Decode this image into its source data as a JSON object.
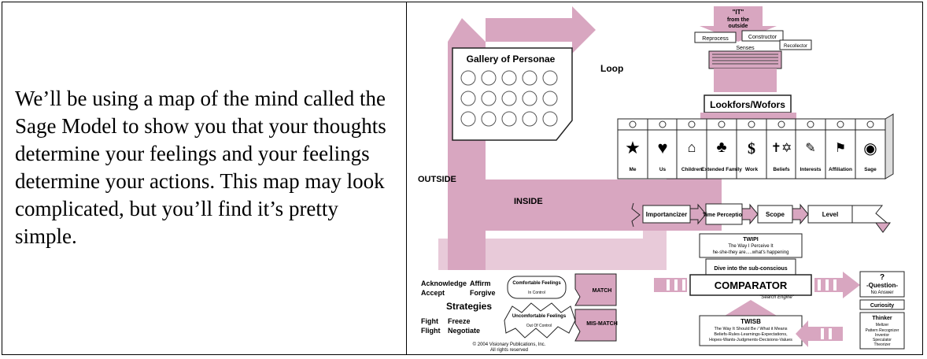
{
  "left_text": "We’ll be using a map of the mind called the Sage Model to show you that your thoughts determine your feelings and your feelings determine your actions. This map may look complicated, but you’ll find it’s pretty simple.",
  "diagram": {
    "gallery_title": "Gallery of Personae",
    "loop": "Loop",
    "outside": "OUTSIDE",
    "inside": "INSIDE",
    "it_lines": [
      "\"IT\"",
      "from the",
      "outside"
    ],
    "reprocess": "Reprocess",
    "constructor": "Constructor",
    "recollector": "Recollector",
    "senses": "Senses",
    "lookfors": "Lookfors/Wofors",
    "categories": [
      "Me",
      "Us",
      "Children",
      "Extended Family",
      "Work",
      "Beliefs",
      "Interests",
      "Affiliation",
      "Sage"
    ],
    "filters": [
      "Importancizer",
      "Time Perception",
      "Scope",
      "Level"
    ],
    "twipi_title": "TWIPI",
    "twipi_l1": "The Way I Perceive It",
    "twipi_l2": "he-she-they are.....what's happening",
    "dive": "Dive into the sub-conscious",
    "comparator": "COMPARATOR",
    "search_engine": "\"Search Engine\"",
    "twisb_title": "TWISB",
    "twisb_l1": "The Way It Should Be / What it Means",
    "twisb_l2": "Beliefs-Rules-Learnings-Expectations,",
    "twisb_l3": "Hopes-Wants-Judgments-Decisions-Values",
    "acknowledge": "Acknowledge",
    "affirm": "Affirm",
    "accept": "Accept",
    "forgive": "Forgive",
    "strategies": "Strategies",
    "fight": "Fight",
    "freeze": "Freeze",
    "flight": "Flight",
    "negotiate": "Negotiate",
    "comfortable": "Comfortable Feelings",
    "in_control": "In Control",
    "uncomfortable": "Uncomfortable Feelings",
    "out_of_control": "Out Of Control",
    "match": "MATCH",
    "mismatch": "MIS-MATCH",
    "question_mark": "?",
    "question": "-Question-",
    "no_answer": "No Answer",
    "curiosity": "Curiosity",
    "thinker": "Thinker",
    "thinker_roles": [
      "Meltzer",
      "Pattern Recognizer",
      "Inventor",
      "Speculator",
      "Theorizer"
    ],
    "copyright_l1": "© 2004 Visionary Publications, Inc.",
    "copyright_l2": "All rights reserved"
  },
  "colors": {
    "pink": "#d8a6c0",
    "dark_pink": "#b87a9c",
    "ink": "#111111"
  }
}
